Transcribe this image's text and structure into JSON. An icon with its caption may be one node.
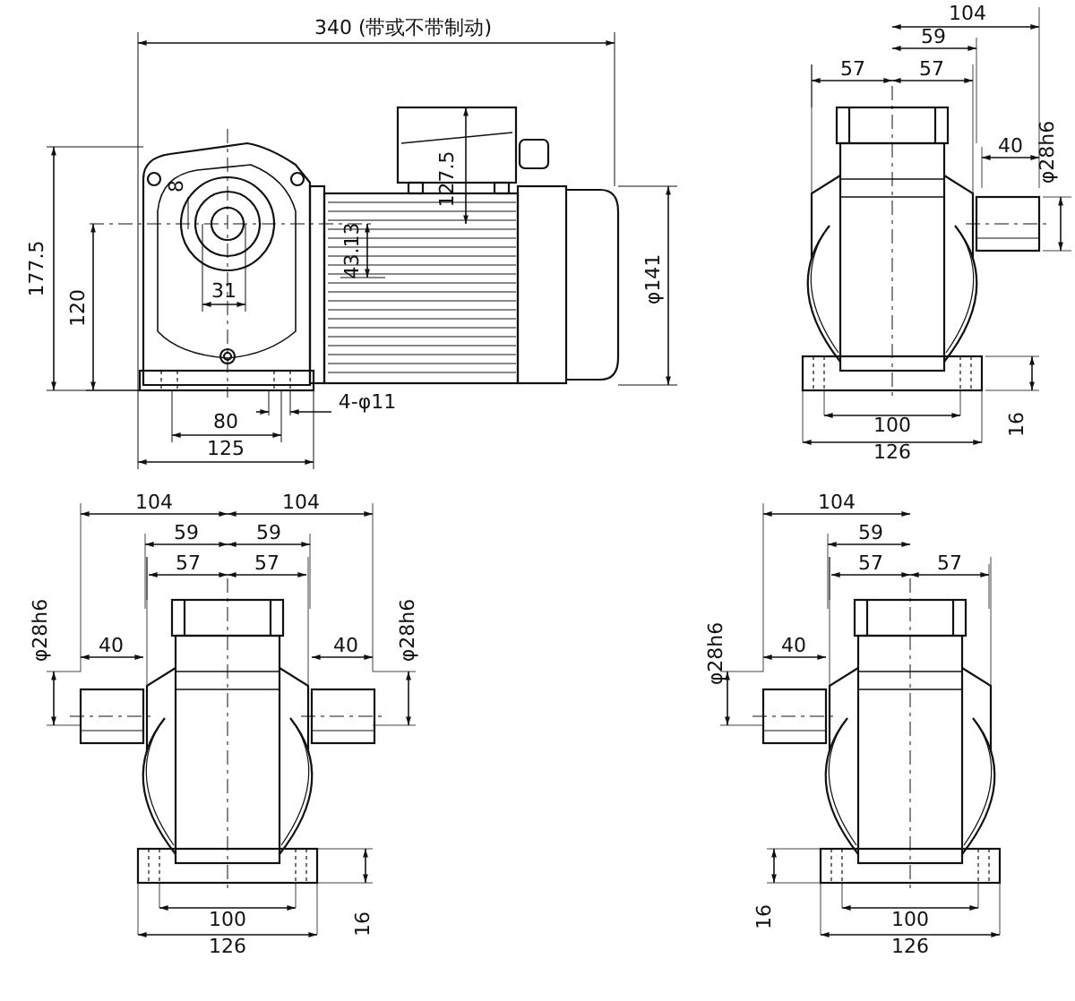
{
  "diagram": {
    "labels": [
      "340 (带或不带制动)",
      "177.5",
      "8",
      "120",
      "31",
      "43.13",
      "127.5",
      "φ141",
      "4-φ11",
      "80",
      "125",
      "104",
      "59",
      "57",
      "57",
      "40",
      "φ28h6",
      "100",
      "16",
      "126",
      "104",
      "104",
      "59",
      "59",
      "57",
      "57",
      "φ28h6",
      "40",
      "40",
      "φ28h6",
      "100",
      "16",
      "126",
      "104",
      "59",
      "57",
      "57",
      "φ28h6",
      "40",
      "16",
      "100",
      "126"
    ]
  }
}
